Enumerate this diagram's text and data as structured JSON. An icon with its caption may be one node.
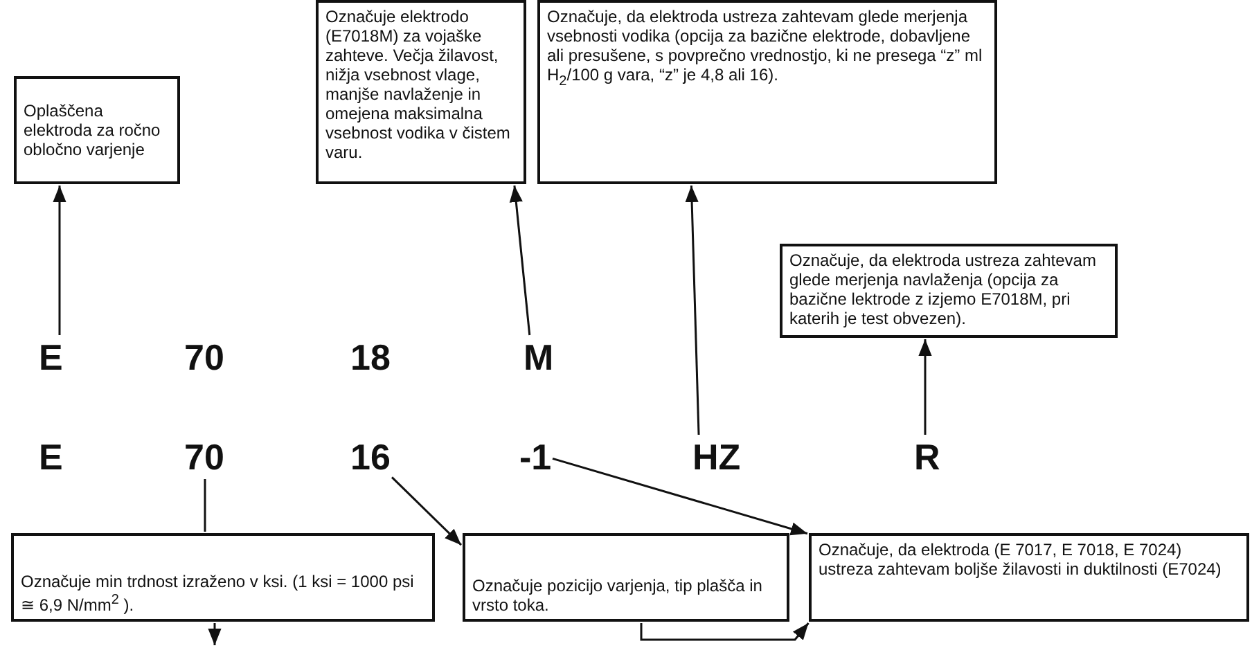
{
  "diagram": {
    "nodes": [
      {
        "text": [
          "Oplaščena elektroda za ročno obločno varjenje"
        ]
      },
      {
        "text": [
          "Označuje elektrodo (E7018M) za vojaške zahteve. Večja žilavost, nižja vsebnost vlage, manjše navlaženje in omejena maksimalna vsebnost vodika v čistem varu."
        ]
      },
      {
        "text": [
          "Označuje, da elektroda ustreza zahtevam glede merjenja vsebnosti vodika (opcija za bazične elektrode, dobavljene ali presušene, s povprečno vrednostjo, ki ne presega “z” ml H$_{2}$/100 g vara, “z” je 4,8 ali 16)."
        ]
      },
      {
        "text": [
          "Označuje, da elektroda ustreza zahtevam glede merjenja navlaženja (opcija za bazične lektrode z izjemo E7018M, pri katerih je test obvezen)."
        ]
      },
      {
        "text": [
          "E"
        ]
      },
      {
        "text": [
          "70"
        ]
      },
      {
        "text": [
          "18"
        ]
      },
      {
        "text": [
          "M"
        ]
      },
      {
        "text": [
          "E"
        ]
      },
      {
        "text": [
          "70"
        ]
      },
      {
        "text": [
          "16"
        ]
      },
      {
        "text": [
          "-1"
        ]
      },
      {
        "text": [
          "HZ"
        ]
      },
      {
        "text": [
          "R"
        ]
      },
      {
        "text": [
          "Označuje min trdnost izraženo v ksi. (1 ksi = 1000 psi ≅ 6,9 N/mm$^{2}$ )."
        ]
      },
      {
        "text": [
          "Označuje pozicijo varjenja, tip plašča in vrsto toka."
        ]
      },
      {
        "text": [
          "Označuje, da elektroda (E 7017, E 7018, E 7024) ustreza zahtevam boljše žilavosti in duktilnosti (E7024)"
        ]
      }
    ],
    "edges": [
      {
        "from": 4,
        "to": 0,
        "arrow": "to"
      },
      {
        "from": 7,
        "to": 1,
        "arrow": "to"
      },
      {
        "from": 12,
        "to": 2,
        "arrow": "to"
      },
      {
        "from": 13,
        "to": 3,
        "arrow": "to"
      },
      {
        "from": 9,
        "to": 14,
        "arrow": "none"
      },
      {
        "from": 10,
        "to": 15,
        "arrow": "to"
      },
      {
        "from": 11,
        "to": 16,
        "arrow": "to"
      },
      {
        "from": 14,
        "to": null,
        "arrow": "to"
      },
      {
        "from": 15,
        "to": 16,
        "arrow": "to"
      }
    ]
  }
}
